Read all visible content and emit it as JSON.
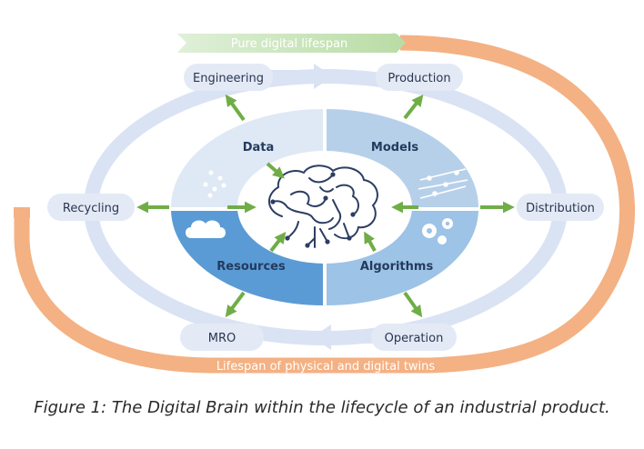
{
  "bands": {
    "top": "Pure digital lifespan",
    "bottom": "Lifespan of physical and digital twins"
  },
  "stages": {
    "engineering": "Engineering",
    "production": "Production",
    "distribution": "Distribution",
    "operation": "Operation",
    "mro": "MRO",
    "recycling": "Recycling"
  },
  "quadrants": {
    "data": "Data",
    "models": "Models",
    "resources": "Resources",
    "algorithms": "Algorithms"
  },
  "caption": "Figure 1: The Digital Brain within the lifecycle of an industrial product.",
  "colors": {
    "orange_band": "#f4b183",
    "green_band": "#c5e0b4",
    "cycle_ring": "#dae3f3",
    "stage_pill": "#e3eaf6",
    "arrow_green": "#70ad47",
    "data_fill": "#dfe9f5",
    "models_fill": "#b7d0ea",
    "resources_fill": "#5b9bd5",
    "algorithms_fill": "#9dc3e6"
  }
}
